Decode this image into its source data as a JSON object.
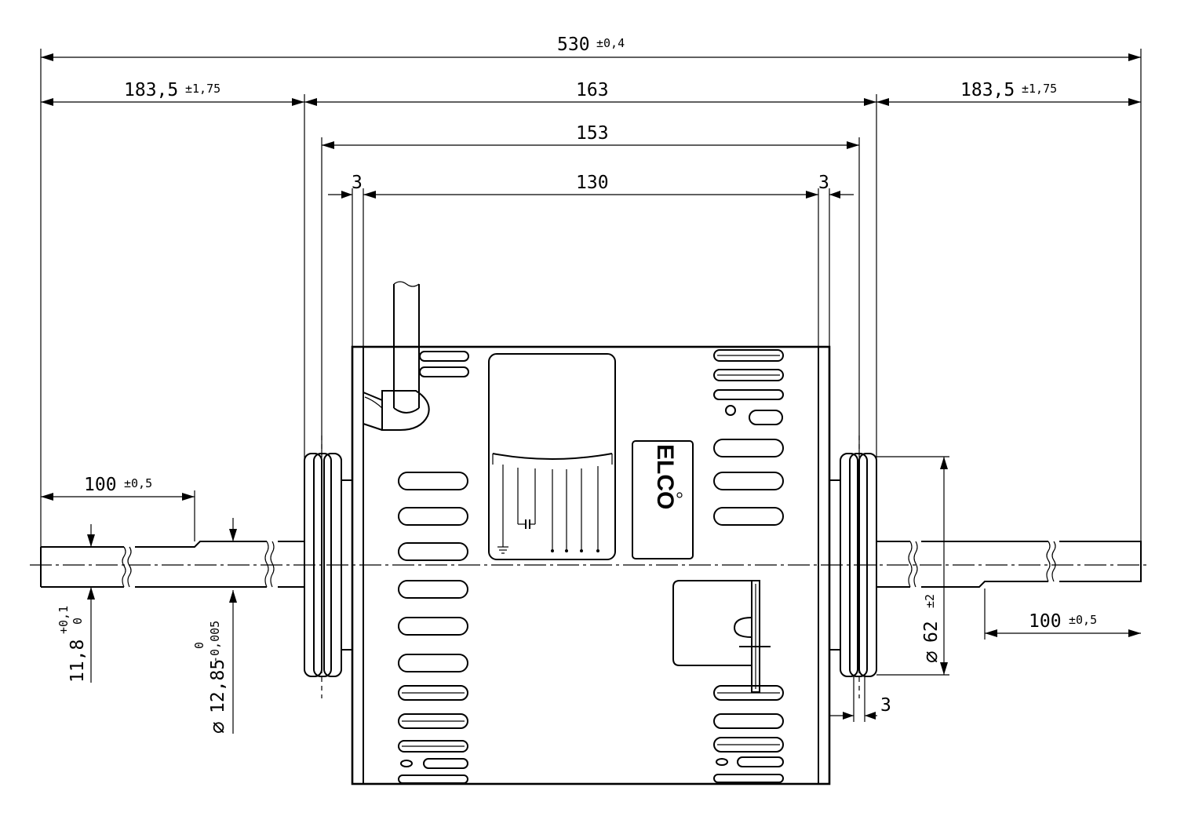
{
  "dimensions": {
    "overall_length": {
      "value": "530",
      "tolerance": "±0,4"
    },
    "shaft_left": {
      "value": "183,5",
      "tolerance": "±1,75"
    },
    "housing_width": {
      "value": "163"
    },
    "bearing_span": {
      "value": "153"
    },
    "inner_span": {
      "value": "130"
    },
    "step_left": {
      "value": "3"
    },
    "step_right": {
      "value": "3"
    },
    "shaft_right": {
      "value": "183,5",
      "tolerance": "±1,75"
    },
    "left_flat": {
      "value": "100",
      "tolerance": "±0,5"
    },
    "right_flat": {
      "value": "100",
      "tolerance": "±0,5"
    },
    "shaft_diameter_small": {
      "value": "11,8",
      "upper": "+0,1",
      "lower": "0"
    },
    "shaft_diameter_large": {
      "symbol": "⌀",
      "value": "12,85",
      "upper": "0",
      "lower": "-0,005"
    },
    "pulley_diameter": {
      "symbol": "⌀",
      "value": "62",
      "tolerance": "±2"
    },
    "flange_thickness": {
      "value": "3"
    }
  },
  "nameplate": {
    "logo_text": "ELCO"
  }
}
